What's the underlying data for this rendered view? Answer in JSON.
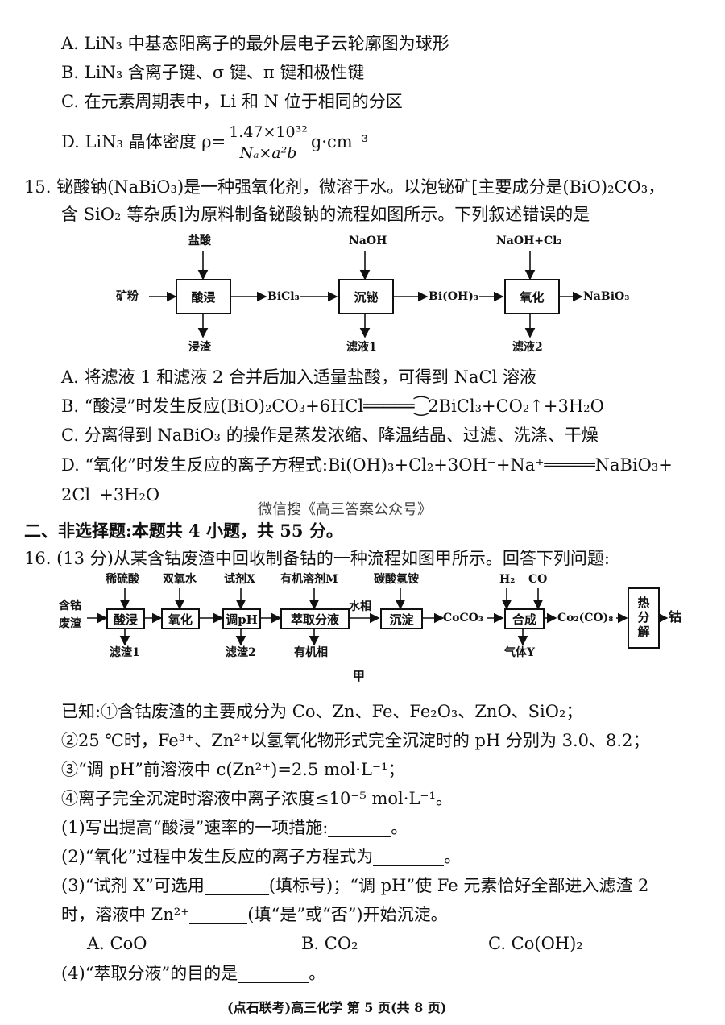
{
  "q14": {
    "a": "A.  LiN₃ 中基态阳离子的最外层电子云轮廓图为球形",
    "b": "B.  LiN₃ 含离子键、σ 键、π 键和极性键",
    "c": "C.  在元素周期表中，Li 和 N 位于相同的分区",
    "d_prefix": "D.  LiN₃ 晶体密度 ρ=",
    "d_num": "1.47×10³²",
    "d_den": "Nₐ×a²b",
    "d_unit": "g·cm⁻³"
  },
  "q15": {
    "stem1": "15.  铋酸钠(NaBiO₃)是一种强氧化剂，微溶于水。以泡铋矿[主要成分是(BiO)₂CO₃，",
    "stem2": "含 SiO₂ 等杂质]为原料制备铋酸钠的流程如图所示。下列叙述错误的是",
    "flow": {
      "input": "矿粉",
      "box1": "酸浸",
      "reagent1": "盐酸",
      "waste1": "浸渣",
      "mid1": "BiCl₃",
      "box2": "沉铋",
      "reagent2": "NaOH",
      "waste2": "滤液1",
      "mid2": "Bi(OH)₃",
      "box3": "氧化",
      "reagent3": "NaOH+Cl₂",
      "waste3": "滤液2",
      "output": "NaBiO₃"
    },
    "a": "A.  将滤液 1 和滤液 2 合并后加入适量盐酸，可得到 NaCl 溶液",
    "b": "B.  “酸浸”时发生反应(BiO)₂CO₃+6HCl═════⁐2BiCl₃+CO₂↑+3H₂O",
    "c": "C.  分离得到 NaBiO₃ 的操作是蒸发浓缩、降温结晶、过滤、洗涤、干燥",
    "d1": "D.  “氧化”时发生反应的离子方程式:Bi(OH)₃+Cl₂+3OH⁻+Na⁺═════NaBiO₃+",
    "d2": "2Cl⁻+3H₂O"
  },
  "watermark": "微信搜《高三答案公众号》",
  "section2": "二、非选择题:本题共 4 小题，共 55 分。",
  "q16": {
    "stem": "16.  (13 分)从某含钴废渣中回收制备钴的一种流程如图甲所示。回答下列问题:",
    "flow": {
      "input_line1": "含钴",
      "input_line2": "废渣",
      "box1": "酸浸",
      "reagent1": "稀硫酸",
      "waste1": "滤渣1",
      "box2": "氧化",
      "reagent2": "双氧水",
      "box3": "调pH",
      "reagent3": "试剂X",
      "waste3": "滤渣2",
      "box4": "萃取分液",
      "reagent4": "有机溶剂M",
      "waste4": "有机相",
      "aqueous": "水相",
      "box5": "沉淀",
      "reagent5": "碳酸氢铵",
      "mid1": "CoCO₃",
      "box6": "合成",
      "reagent6a": "H₂",
      "reagent6b": "CO",
      "gas": "气体Y",
      "mid2": "Co₂(CO)₈",
      "box7": "热分解",
      "output": "钴",
      "caption": "甲"
    },
    "known1": "已知:①含钴废渣的主要成分为 Co、Zn、Fe、Fe₂O₃、ZnO、SiO₂；",
    "known2": "②25 ℃时，Fe³⁺、Zn²⁺以氢氧化物形式完全沉淀时的 pH 分别为 3.0、8.2；",
    "known3": "③“调 pH”前溶液中 c(Zn²⁺)=2.5 mol·L⁻¹；",
    "known4": "④离子完全沉淀时溶液中离子浓度≤10⁻⁵ mol·L⁻¹。",
    "q1": "(1)写出提高“酸浸”速率的一项措施:",
    "q2": "(2)“氧化”过程中发生反应的离子方程式为",
    "q3a": "(3)“试剂 X”可选用",
    "q3b": "(填标号)；“调 pH”使 Fe 元素恰好全部进入滤渣 2",
    "q3c": "时，溶液中 Zn²⁺",
    "q3d": "(填“是”或“否”)开始沉淀。",
    "optA": "A.  CoO",
    "optB": "B.  CO₂",
    "optC": "C.  Co(OH)₂",
    "q4": "(4)“萃取分液”的目的是",
    "period": "。"
  },
  "footer": "(点石联考)高三化学   第 5 页(共 8 页)"
}
